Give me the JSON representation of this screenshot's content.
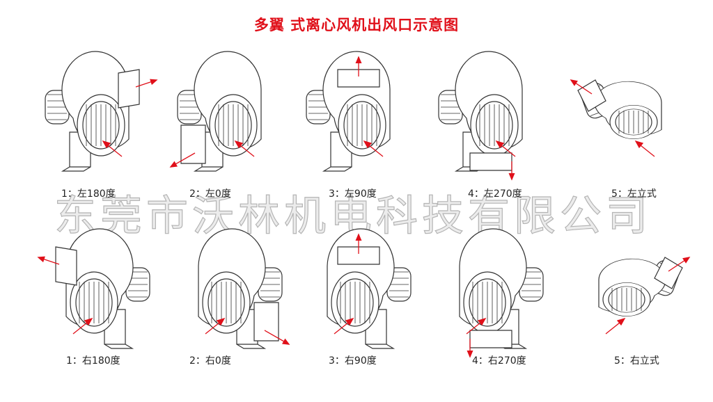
{
  "title": "多翼 式离心风机出风口示意图",
  "watermark": "东莞市沃林机电科技有限公司",
  "colors": {
    "title": "#e0101a",
    "arrow": "#e0101a",
    "line": "#333333"
  },
  "rows": [
    {
      "side": "left",
      "items": [
        {
          "label": "1：左180度",
          "angle": 180
        },
        {
          "label": "2：左0度",
          "angle": 0
        },
        {
          "label": "3：左90度",
          "angle": 90
        },
        {
          "label": "4：左270度",
          "angle": 270
        },
        {
          "label": "5：左立式",
          "angle": "vertical"
        }
      ]
    },
    {
      "side": "right",
      "items": [
        {
          "label": "1：右180度",
          "angle": 180
        },
        {
          "label": "2：右0度",
          "angle": 0
        },
        {
          "label": "3：右90度",
          "angle": 90
        },
        {
          "label": "4：右270度",
          "angle": 270
        },
        {
          "label": "5：右立式",
          "angle": "vertical"
        }
      ]
    }
  ]
}
